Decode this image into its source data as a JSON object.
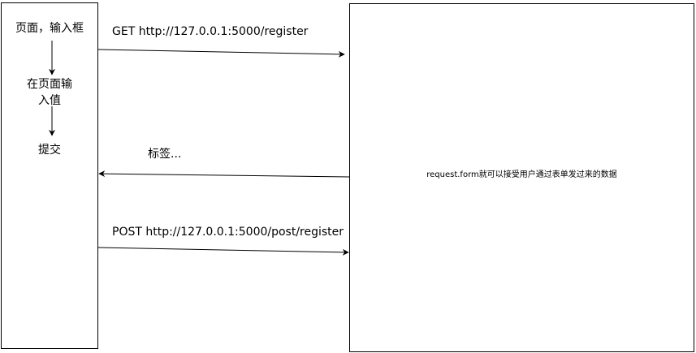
{
  "client": {
    "steps": [
      "页面，输入框",
      "在页面输\n入值",
      "提交"
    ]
  },
  "server": {
    "note": "request.form就可以接受用户通过表单发过来的数据"
  },
  "messages": {
    "get_request": "GET http://127.0.0.1:5000/register",
    "label_response": "标签...",
    "post_request": "POST http://127.0.0.1:5000/post/register"
  }
}
